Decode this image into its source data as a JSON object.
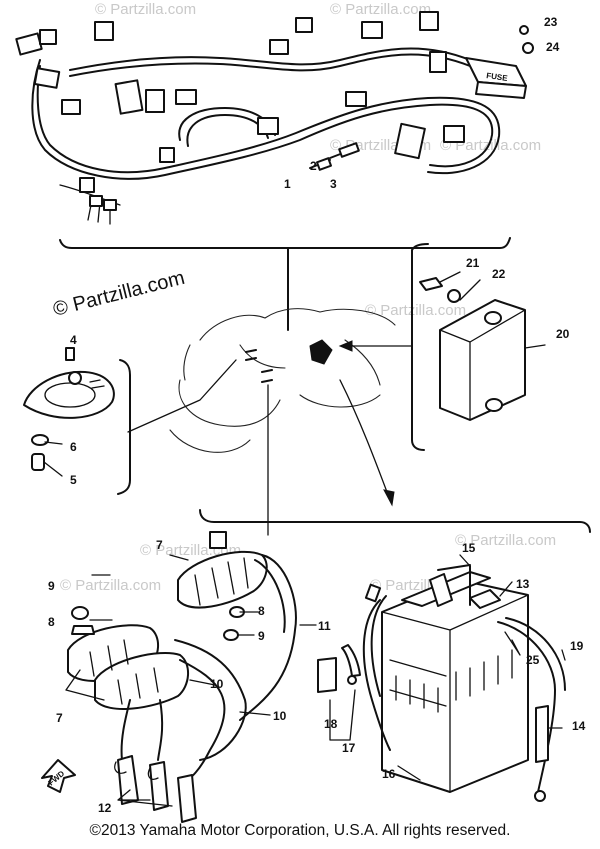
{
  "watermarks": {
    "main": "© Partzilla.com",
    "faint": "© Partzilla.com"
  },
  "labels": {
    "p1": "1",
    "p2": "2",
    "p3": "3",
    "p4": "4",
    "p5": "5",
    "p6": "6",
    "p7a": "7",
    "p7b": "7",
    "p8a": "8",
    "p8b": "8",
    "p9a": "9",
    "p9b": "9",
    "p10a": "10",
    "p10b": "10",
    "p11": "11",
    "p12": "12",
    "p13": "13",
    "p14": "14",
    "p15": "15",
    "p16": "16",
    "p17": "17",
    "p18": "18",
    "p19": "19",
    "p20": "20",
    "p21": "21",
    "p22": "22",
    "p23": "23",
    "p24": "24",
    "p25": "25"
  },
  "part_text": {
    "fuse": "FUSE",
    "front": "FWD"
  },
  "copyright": "©2013 Yamaha Motor Corporation, U.S.A. All rights reserved."
}
